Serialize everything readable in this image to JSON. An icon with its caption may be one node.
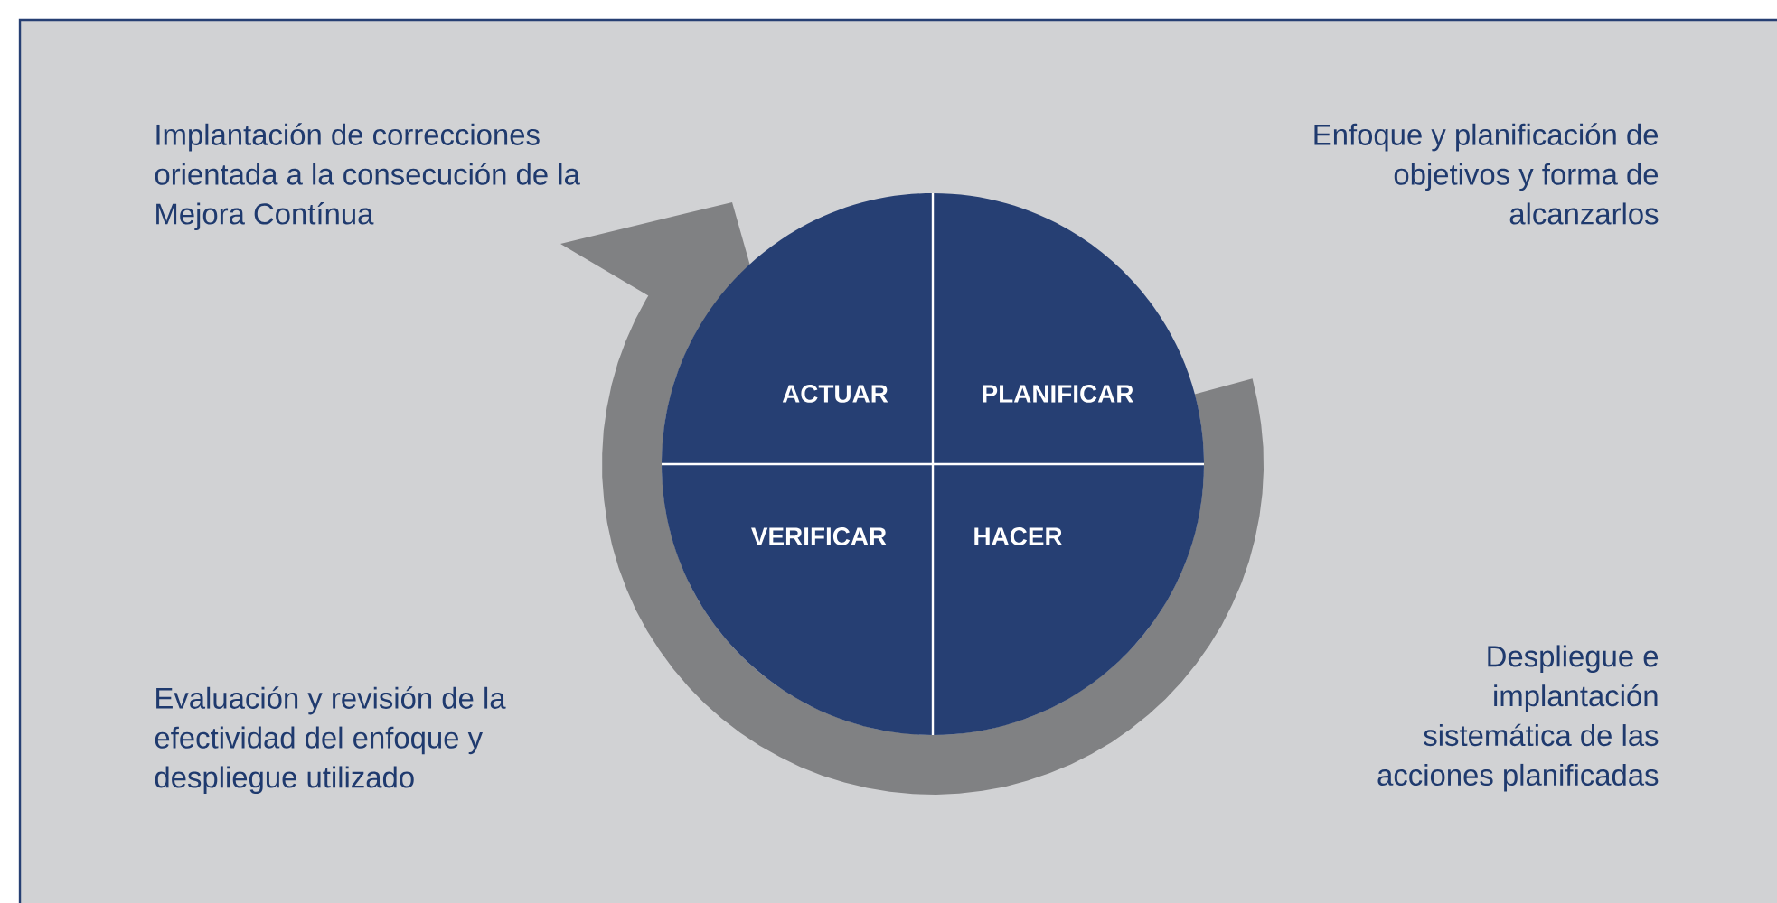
{
  "diagram": {
    "nodes": [
      {
        "text": [
          "ACTUAR"
        ]
      },
      {
        "text": [
          "PLANIFICAR"
        ]
      },
      {
        "text": [
          "VERIFICAR"
        ]
      },
      {
        "text": [
          "HACER"
        ]
      }
    ],
    "labels": [
      "Implantación de correcciones orientada a la consecución de la Mejora Contínua",
      "Enfoque y planificación de objetivos y forma de alcanzarlos",
      "Evaluación y revisión de la efectividad del enfoque y despliegue utilizado",
      "Despliegue e implantación sistemática de las acciones planificadas"
    ]
  }
}
